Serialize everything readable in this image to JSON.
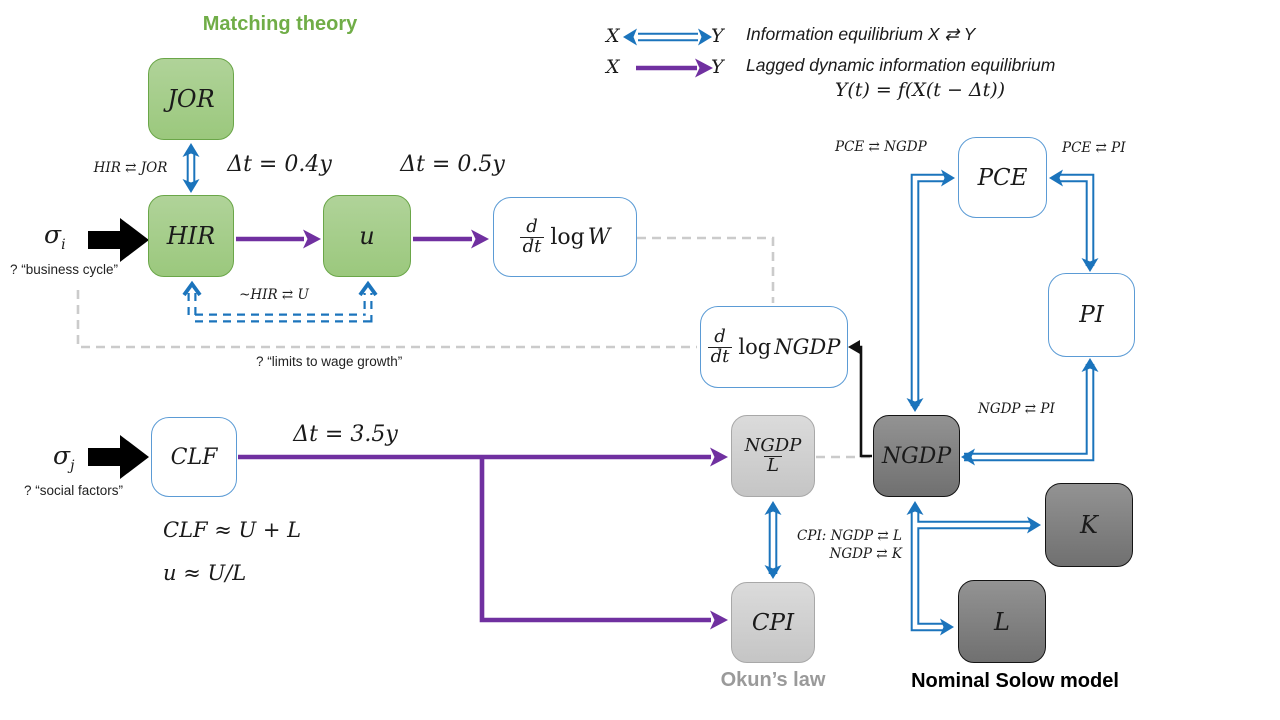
{
  "colors": {
    "green_accent": "#70AD47",
    "blue_arrow": "#1B74BC",
    "purple_arrow": "#7030A0",
    "blue_box_border": "#5B9BD5",
    "gray_dash": "#CBCBCB",
    "okun_gray": "#9A9A9A",
    "dark_box": "#808080",
    "light_box": "#D0D0D0"
  },
  "titles": {
    "matching": "Matching theory",
    "okun": "Okun’s law",
    "solow": "Nominal Solow model"
  },
  "legend": {
    "x": "X",
    "y": "Y",
    "info": "Information equilibrium X ⇄ Y",
    "lagged": "Lagged dynamic information equilibrium",
    "formula": "Y(t) = f(X(t − Δt))"
  },
  "nodes": {
    "jor": "JOR",
    "hir": "HIR",
    "u": "u",
    "clf": "CLF",
    "pce": "PCE",
    "pi": "PI",
    "ngdp": "NGDP",
    "k": "K",
    "l": "L",
    "cpi": "CPI",
    "dlogw": {
      "num": "d",
      "den": "dt",
      "log": "log",
      "var": "W"
    },
    "dlogngdp": {
      "num": "d",
      "den": "dt",
      "log": "log",
      "var": "NGDP"
    },
    "ngdp_per_l": {
      "num": "NGDP",
      "den": "L"
    }
  },
  "annotations": {
    "hir_jor": "HIR ⇄ JOR",
    "dt_04": "Δt = 0.4y",
    "dt_05": "Δt = 0.5y",
    "dt_35": "Δt = 3.5y",
    "hir_u": "~HIR ⇄ U",
    "sigma_i": {
      "base": "σ",
      "sub": "i"
    },
    "sigma_j": {
      "base": "σ",
      "sub": "j"
    },
    "business_cycle": "? “business cycle”",
    "social_factors": "? “social factors”",
    "wage_growth": "? “limits to wage growth”",
    "clf_eq": "CLF ≈ U + L",
    "u_eq": "u ≈ U/L",
    "pce_ngdp": "PCE ⇄ NGDP",
    "pce_pi": "PCE ⇄ PI",
    "ngdp_pi": "NGDP ⇄ PI",
    "cpi_ngdp_l": "CPI: NGDP ⇄ L",
    "ngdp_k": "NGDP ⇄ K"
  }
}
